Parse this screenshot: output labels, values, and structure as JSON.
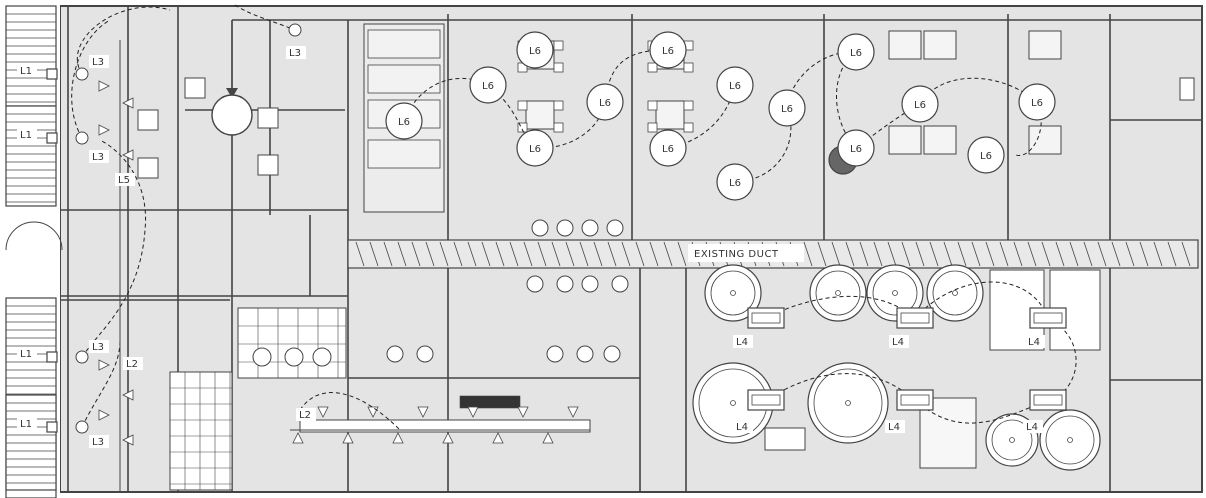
{
  "labels": {
    "l1": "L1",
    "l2": "L2",
    "l3": "L3",
    "l4": "L4",
    "l5": "L5",
    "l6": "L6",
    "duct": "EXISTING DUCT"
  },
  "colors": {
    "floor": "#e4e4e4",
    "wall": "#444444",
    "dash": "#222222",
    "fixture": "#ffffff"
  }
}
